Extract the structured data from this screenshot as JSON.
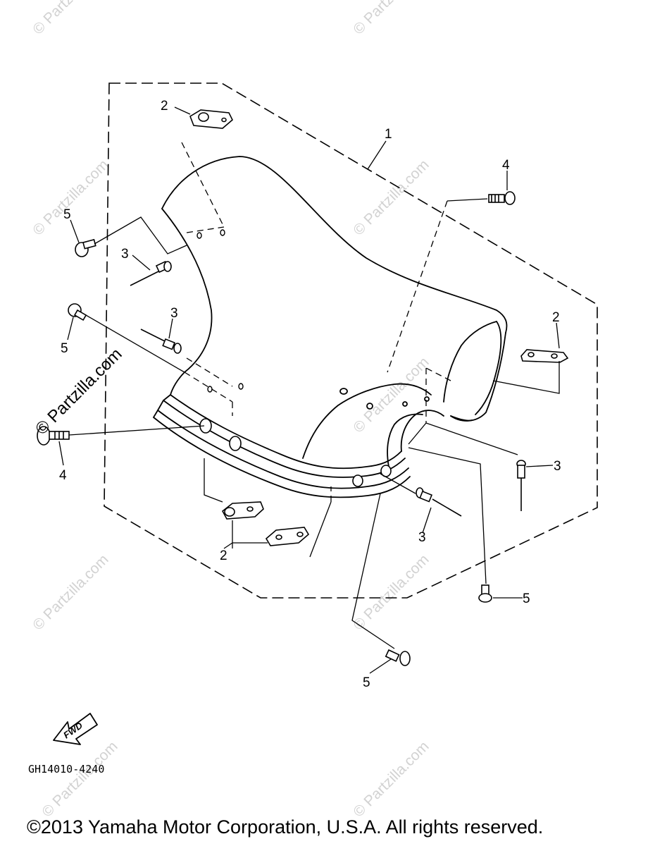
{
  "callouts": {
    "c2_top": "2",
    "c4_top": "4",
    "c5_left_top": "5",
    "c3_left_top": "3",
    "c3_left_mid": "3",
    "c5_left_mid": "5",
    "c2_right": "2",
    "c4_left": "4",
    "c3_right": "3",
    "c3_bottom": "3",
    "c2_bottom": "2",
    "c5_right": "5",
    "c5_bottom": "5",
    "c1": "1"
  },
  "fwd_label": "FWD",
  "diagram_code": "GH14010-4240",
  "watermark_text": "© Partzilla.com",
  "copyright": "©2013 Yamaha Motor Corporation, U.S.A. All rights reserved.",
  "colors": {
    "line": "#000000",
    "watermark": "#d2d2d2",
    "background": "#ffffff"
  }
}
